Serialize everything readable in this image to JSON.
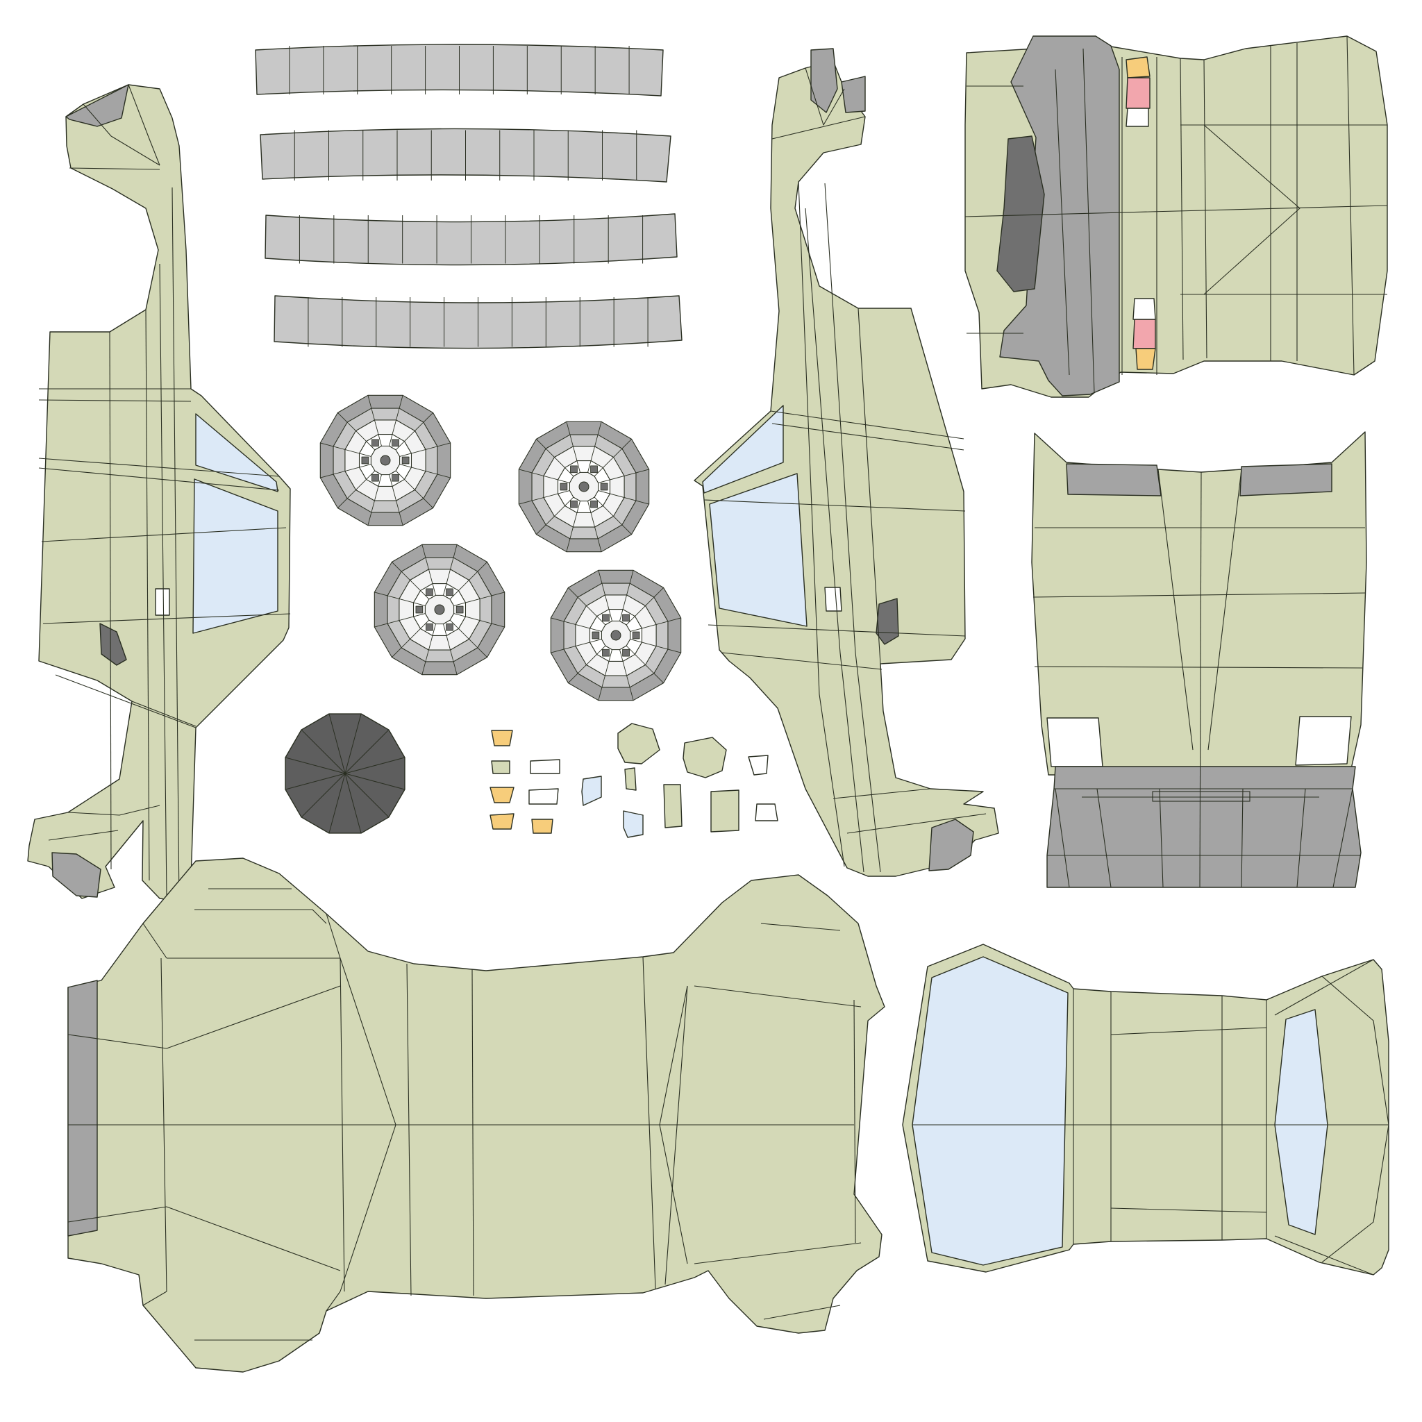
{
  "canvas": {
    "background": "#ffffff"
  },
  "colors": {
    "body": "#d4d9b7",
    "glass": "#dce9f7",
    "trim": "#a4a4a4",
    "trim_light": "#c8c8c8",
    "dark": "#707070",
    "tire": "#5e5e5e",
    "amber": "#f7cd7b",
    "red_light": "#f2a6ad",
    "white": "#ffffff",
    "hub": "#f3f3f3",
    "line": "#2a2f22"
  },
  "islands": [
    {
      "name": "left-side-panel-island",
      "material": "body"
    },
    {
      "name": "right-side-panel-island",
      "material": "body"
    },
    {
      "name": "rear-panel-island",
      "material": "body"
    },
    {
      "name": "hood-island",
      "material": "body"
    },
    {
      "name": "roof-underbody-island",
      "material": "body"
    },
    {
      "name": "windshield-roof-island",
      "material": "glass"
    },
    {
      "name": "trim-strip-islands",
      "material": "trim_light",
      "count": 4
    },
    {
      "name": "wheel-islands",
      "material": "trim",
      "count": 4
    },
    {
      "name": "tire-island",
      "material": "tire"
    },
    {
      "name": "small-parts-islands",
      "material": "mixed"
    }
  ]
}
